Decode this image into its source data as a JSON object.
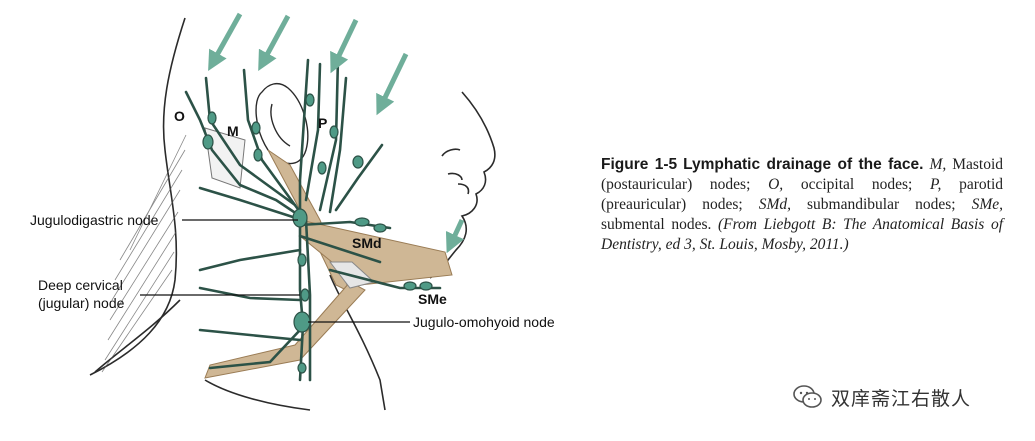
{
  "figure": {
    "labels": {
      "occipital": "O",
      "mastoid": "M",
      "parotid": "P",
      "submandibular": "SMd",
      "submental": "SMe",
      "jugulodigastric": "Jugulodigastric node",
      "deep_cervical_line1": "Deep cervical",
      "deep_cervical_line2": "(jugular) node",
      "jugulo_omohyoid": "Jugulo-omohyoid node"
    },
    "colors": {
      "lymph_node": "#4f9a86",
      "lymph_vessel": "#2c5247",
      "arrow": "#6fae9a",
      "muscle": "#cfb795",
      "muscle_dark": "#9a7c55",
      "outline": "#2b2b2b"
    }
  },
  "caption": {
    "figure_number": "Figure 1-5",
    "figure_title": "Lymphatic drainage of the face.",
    "m_abbr": "M,",
    "m_text": "Mastoid (postauricular) nodes;",
    "o_abbr": "O,",
    "o_text": "occipital nodes;",
    "p_abbr": "P,",
    "p_text": "parotid (preauricular) nodes;",
    "smd_abbr": "SMd,",
    "smd_text": "submandibular nodes;",
    "sme_abbr": "SMe,",
    "sme_text": "submental nodes.",
    "source": "(From Liebgott B: The Anatomical Basis of Dentistry, ed 3, St. Louis, Mosby, 2011.)"
  },
  "watermark": {
    "icon": "wechat-icon",
    "text": "双庠斋江右散人"
  }
}
